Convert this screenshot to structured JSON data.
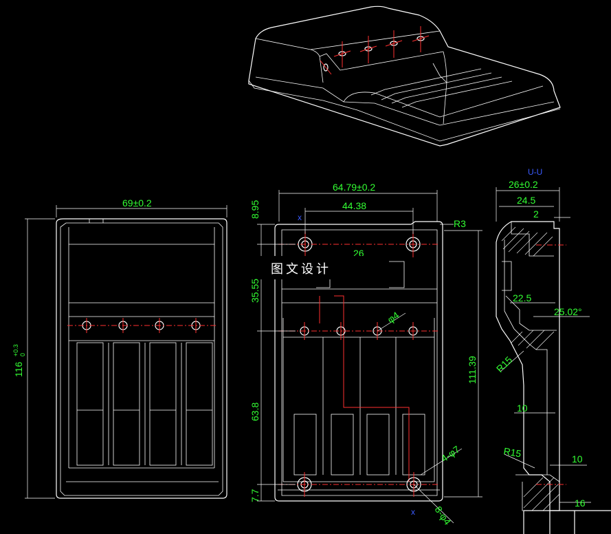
{
  "watermark": "图文设计",
  "section_label": "U-U",
  "front_view": {
    "width_dim": "69±0.2",
    "height_dim": "116",
    "height_tol_upper": "+0.3",
    "height_tol_lower": "0"
  },
  "mid_view": {
    "width_dim": "64.79±0.2",
    "hole_spacing_dim": "44.38",
    "corner_radius": "R3",
    "top_offset": "8.95",
    "upper_height": "35.55",
    "inner_small": "26",
    "hole_dia_small": "φ4",
    "pin_holes": "4-φ7",
    "total_height": "111.39",
    "lower_height": "63.8",
    "bottom_offset": "7.7",
    "corner_holes": "8-φ4"
  },
  "section_view": {
    "overall_width": "26±0.2",
    "inner_width": "24.5",
    "wall": "2",
    "step_width": "22.5",
    "angle": "25.02°",
    "radius_upper": "R15",
    "dim_10_a": "10",
    "radius_lower": "R15",
    "dim_10_b": "10",
    "dim_16": "16"
  }
}
